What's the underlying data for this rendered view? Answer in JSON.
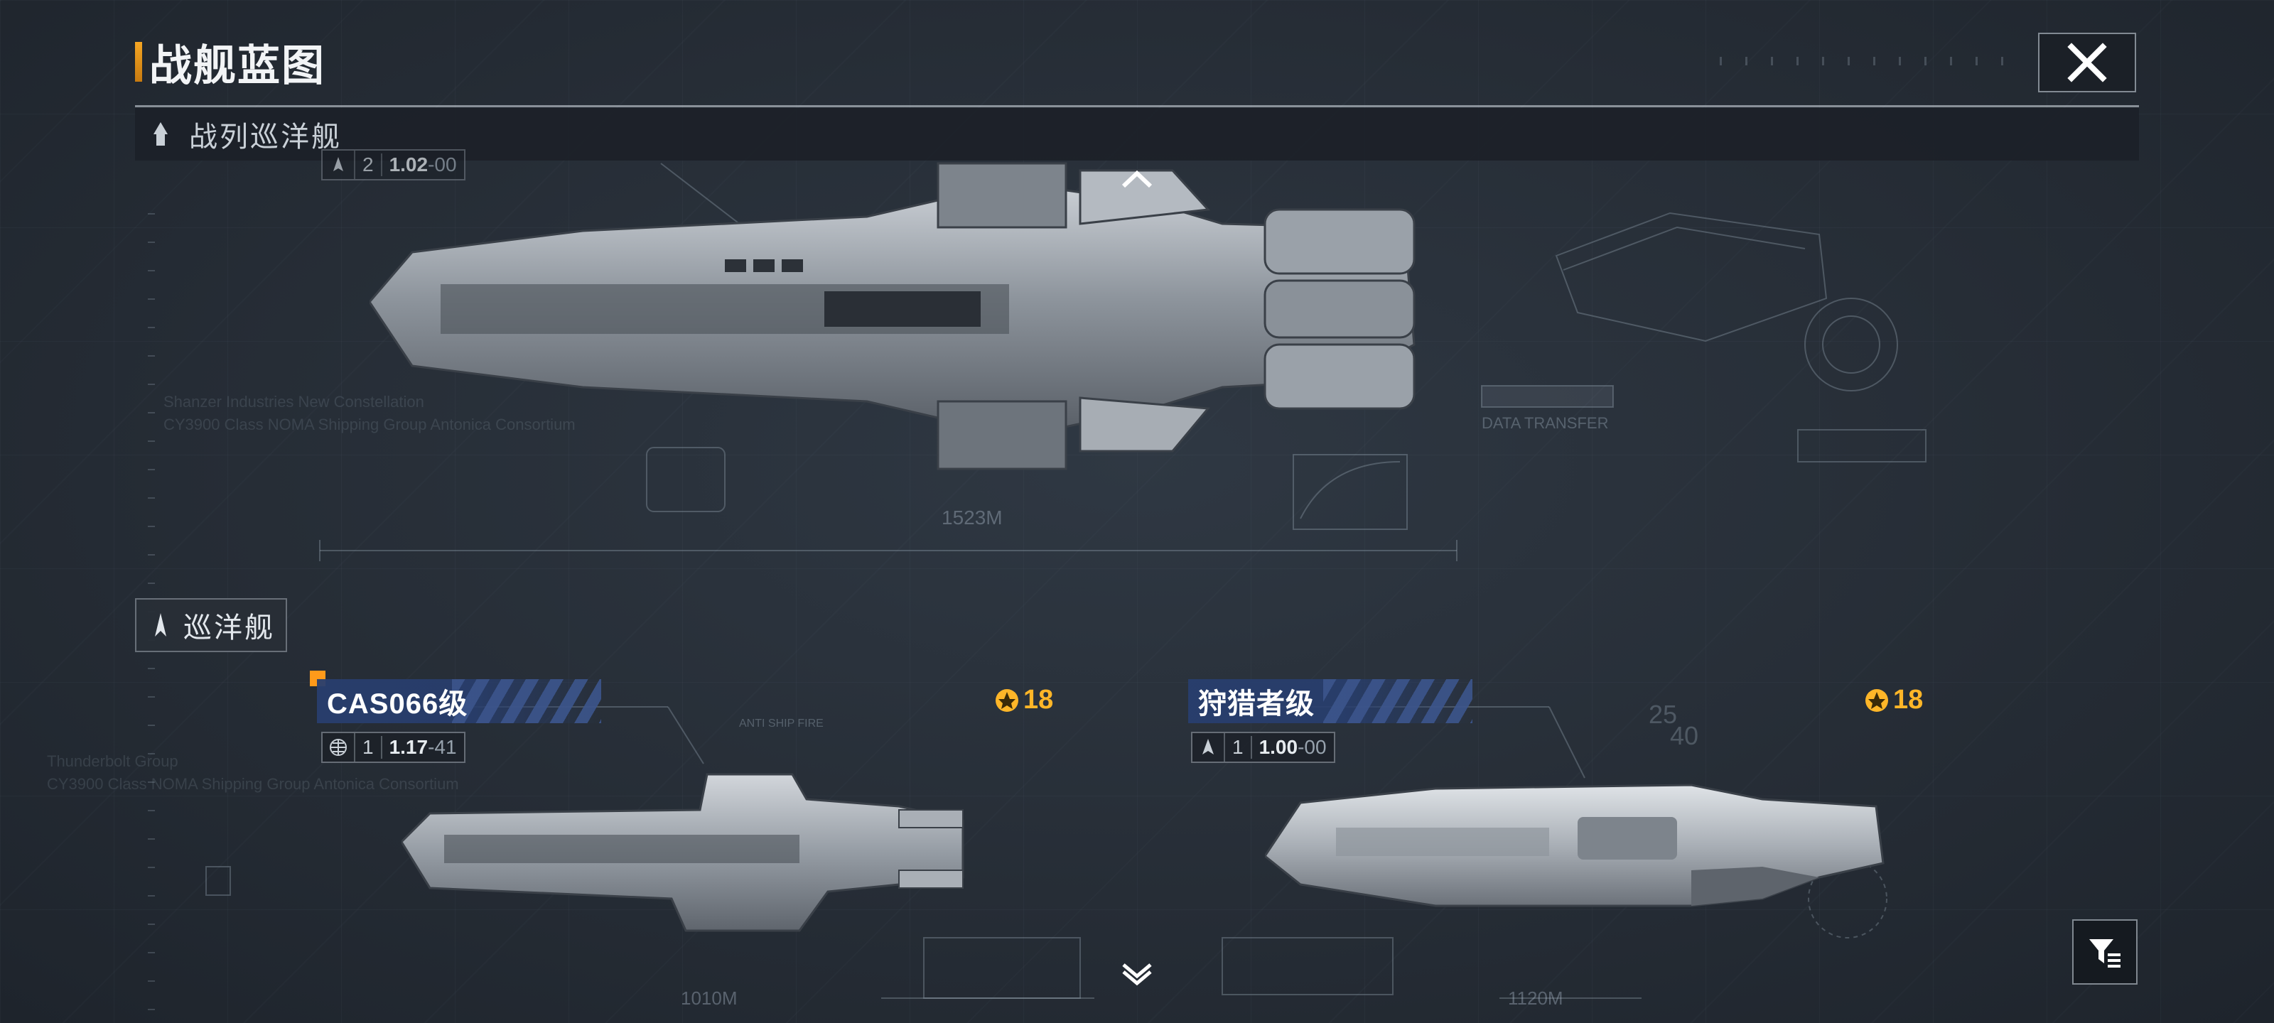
{
  "header": {
    "title": "战舰蓝图",
    "close_icon": "close-icon"
  },
  "categories": {
    "battlecruiser": {
      "label": "战列巡洋舰",
      "icon": "battlecruiser-class-icon"
    },
    "cruiser": {
      "label": "巡洋舰",
      "icon": "cruiser-class-icon"
    }
  },
  "featured_ship": {
    "stats_num": "2",
    "stats_ver": "1.02",
    "stats_ver_minor": "-00",
    "length": "1523M",
    "data_label": "DATA TRANSFER"
  },
  "ships": [
    {
      "name": "CAS066级",
      "cost": "18",
      "count": "1",
      "version_major": "1.17",
      "version_minor": "-41",
      "length": "1010M",
      "type_icon": "globe-icon",
      "selected": true
    },
    {
      "name": "狩猎者级",
      "cost": "18",
      "count": "1",
      "version_major": "1.00",
      "version_minor": "-00",
      "length": "1120M",
      "type_icon": "fighter-icon",
      "selected": false
    }
  ],
  "background_text": {
    "line1": "Thunderbolt Group",
    "line2": "CY3900 Class NOMA Shipping Group Antonica Consortium",
    "line3": "Shanzer Industries New Constellation",
    "anti_ship": "ANTI SHIP FIRE",
    "scale_a": "25",
    "scale_b": "40"
  },
  "controls": {
    "scroll_up_icon": "chevron-up-icon",
    "scroll_down_icon": "chevron-down-icon",
    "filter_icon": "filter-icon"
  },
  "colors": {
    "accent_orange": "#f5a623",
    "cost_gold": "#ffb628",
    "name_bar_blue": "#283e6e"
  }
}
